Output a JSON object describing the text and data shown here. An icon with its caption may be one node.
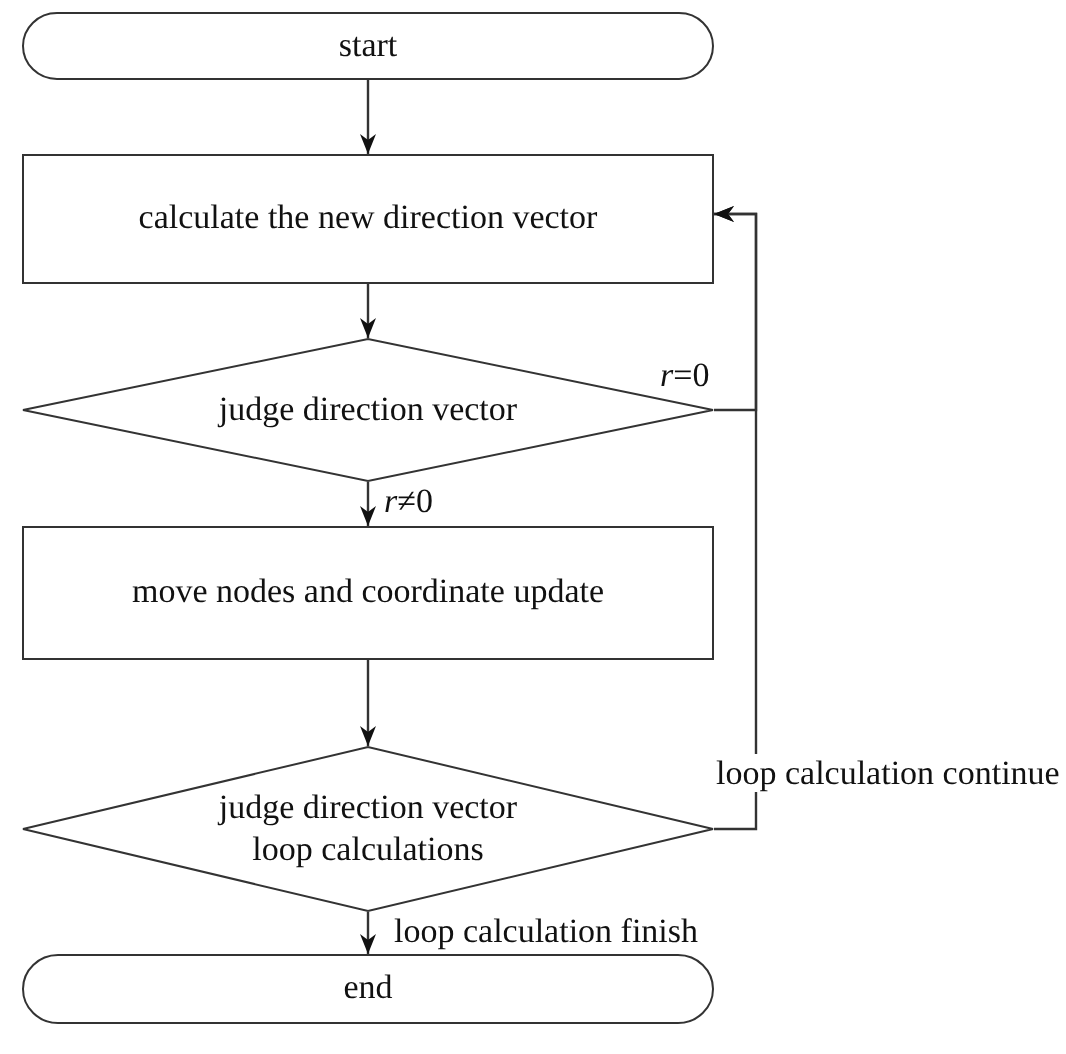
{
  "diagram": {
    "nodes": [
      {
        "text": [
          "start"
        ]
      },
      {
        "text": [
          "calculate the new direction vector"
        ]
      },
      {
        "text": [
          "judge direction vector"
        ]
      },
      {
        "text": [
          "move nodes and coordinate update"
        ]
      },
      {
        "text": [
          "judge direction vector loop calculations"
        ]
      },
      {
        "text": [
          "end"
        ]
      }
    ],
    "edges": [
      {
        "from": 0,
        "to": 1,
        "arrow": "to"
      },
      {
        "from": 1,
        "to": 2,
        "arrow": "to"
      },
      {
        "from": 2,
        "to": 1,
        "arrow": "to",
        "label": "*r*=0"
      },
      {
        "from": 2,
        "to": 3,
        "arrow": "to",
        "label": "*r*≠0"
      },
      {
        "from": 3,
        "to": 4,
        "arrow": "to"
      },
      {
        "from": 4,
        "to": 1,
        "arrow": "to",
        "label": "loop calculation continue"
      },
      {
        "from": 4,
        "to": 5,
        "arrow": "to",
        "label": "loop calculation finish"
      }
    ]
  }
}
